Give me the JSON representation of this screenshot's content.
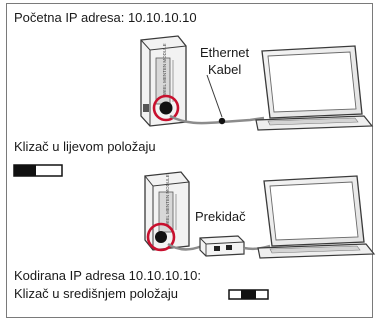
{
  "labels": {
    "initial_ip": "Početna IP adresa: 10.10.10.10",
    "ethernet_line1": "Ethernet",
    "ethernet_line2": "Kabel",
    "slider_left": "Klizač u lijevom položaju",
    "switch": "Prekidač",
    "coded_ip": "Kodirana IP adresa 10.10.10.10:",
    "slider_center": "Klizač u središnjem položaju"
  },
  "device_label_text": "WIEL MENTEN MODULE",
  "colors": {
    "highlight": "#c8102e",
    "cable": "#8c8c8c",
    "outline": "#3a3a3a",
    "frame": "#7a7a7a"
  },
  "slider_states": {
    "top": "left",
    "bottom": "center"
  }
}
